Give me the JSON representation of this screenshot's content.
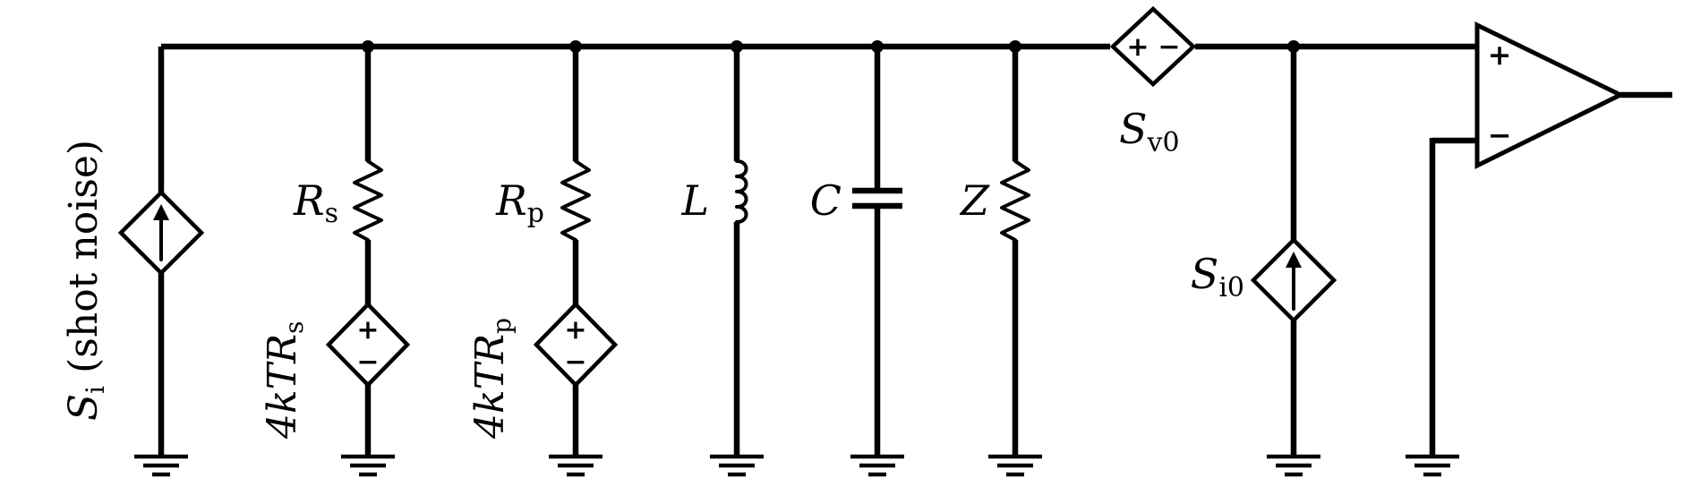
{
  "labels": {
    "si_main": "S",
    "si_main_sub": "i",
    "si_main_note": " (shot noise)",
    "rs": "R",
    "rs_sub": "s",
    "rs_noise": "4kTR",
    "rs_noise_sub": "s",
    "rp": "R",
    "rp_sub": "p",
    "rp_noise": "4kTR",
    "rp_noise_sub": "p",
    "l": "L",
    "c": "C",
    "z": "Z",
    "sv0": "S",
    "sv0_sub": "v0",
    "si0": "S",
    "si0_sub": "i0",
    "plus": "+",
    "minus": "−"
  }
}
